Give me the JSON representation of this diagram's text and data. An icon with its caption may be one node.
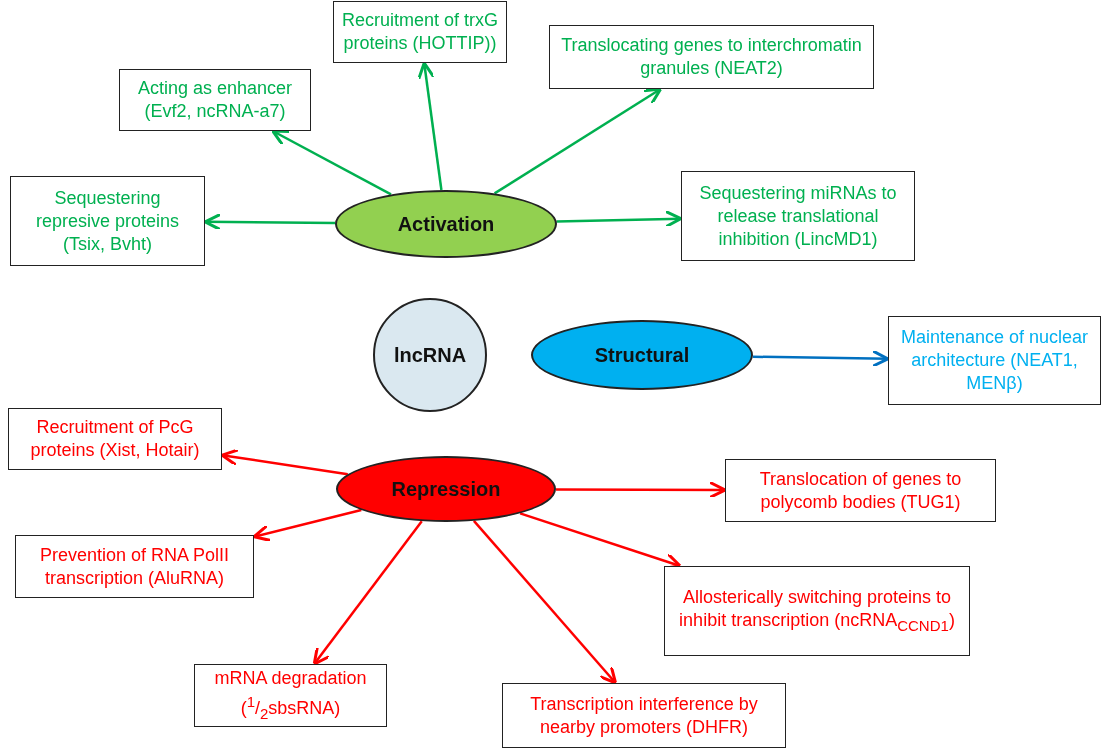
{
  "diagram": {
    "nodes": [
      {
        "text": [
          "Activation"
        ]
      },
      {
        "text": [
          "lncRNA"
        ]
      },
      {
        "text": [
          "Structural"
        ]
      },
      {
        "text": [
          "Repression"
        ]
      },
      {
        "text": [
          "Recruitment of trxG proteins (HOTTIP))"
        ]
      },
      {
        "text": [
          "Translocating genes to interchromatin granules (NEAT2)"
        ]
      },
      {
        "text": [
          "Acting as enhancer (Evf2, ncRNA-a7)"
        ]
      },
      {
        "text": [
          "Sequestering represive proteins (Tsix, Bvht)"
        ]
      },
      {
        "text": [
          "Sequestering miRNAs to release translational inhibition (LincMD1)"
        ]
      },
      {
        "text": [
          "Maintenance of nuclear architecture (NEAT1, MENβ)"
        ]
      },
      {
        "text": [
          "Recruitment of PcG proteins (Xist, Hotair)"
        ]
      },
      {
        "text": [
          "Translocation of genes to polycomb bodies (TUG1)"
        ]
      },
      {
        "text": [
          "Prevention of RNA PolII transcription (AluRNA)"
        ]
      },
      {
        "text": [
          "Allosterically switching proteins to inhibit transcription (ncRNA$_{CCND1}$)"
        ]
      },
      {
        "text": [
          "mRNA degradation ($^{1}$/$_{2}$sbsRNA)"
        ]
      },
      {
        "text": [
          "Transcription interference by nearby promoters (DHFR)"
        ]
      }
    ],
    "edges": [
      {
        "from": 0,
        "to": 4,
        "arrow": "to",
        "color": "#00b050"
      },
      {
        "from": 0,
        "to": 5,
        "arrow": "to",
        "color": "#00b050"
      },
      {
        "from": 0,
        "to": 6,
        "arrow": "to",
        "color": "#00b050"
      },
      {
        "from": 0,
        "to": 7,
        "arrow": "to",
        "color": "#00b050"
      },
      {
        "from": 0,
        "to": 8,
        "arrow": "to",
        "color": "#00b050"
      },
      {
        "from": 2,
        "to": 9,
        "arrow": "to",
        "color": "#0070c0"
      },
      {
        "from": 3,
        "to": 10,
        "arrow": "to"
      },
      {
        "from": 3,
        "to": 11,
        "arrow": "to"
      },
      {
        "from": 3,
        "to": 12,
        "arrow": "to"
      },
      {
        "from": 3,
        "to": 13,
        "arrow": "to"
      },
      {
        "from": 3,
        "to": 14,
        "arrow": "to"
      },
      {
        "from": 3,
        "to": 15,
        "arrow": "to"
      }
    ]
  }
}
